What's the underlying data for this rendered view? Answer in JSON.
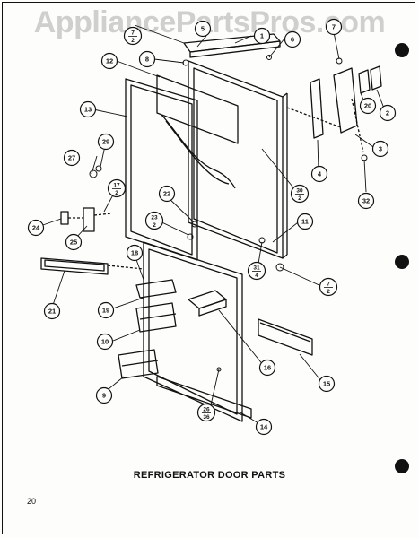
{
  "watermark": "AppliancePartsPros.com",
  "caption": "REFRIGERATOR DOOR PARTS",
  "page_number": "20",
  "callouts": [
    {
      "id": "c-1",
      "label": "1"
    },
    {
      "id": "c-2",
      "label": "2"
    },
    {
      "id": "c-3",
      "label": "3"
    },
    {
      "id": "c-4",
      "label": "4"
    },
    {
      "id": "c-5",
      "label": "5"
    },
    {
      "id": "c-6",
      "label": "6"
    },
    {
      "id": "c-7a",
      "label": "7",
      "sub": "2"
    },
    {
      "id": "c-7b",
      "label": "7",
      "sub": "2"
    },
    {
      "id": "c-7c",
      "label": "7"
    },
    {
      "id": "c-8",
      "label": "8"
    },
    {
      "id": "c-9",
      "label": "9"
    },
    {
      "id": "c-10",
      "label": "10"
    },
    {
      "id": "c-11",
      "label": "11"
    },
    {
      "id": "c-12",
      "label": "12"
    },
    {
      "id": "c-13",
      "label": "13"
    },
    {
      "id": "c-14",
      "label": "14"
    },
    {
      "id": "c-15",
      "label": "15"
    },
    {
      "id": "c-16",
      "label": "16"
    },
    {
      "id": "c-17",
      "label": "17",
      "sub": "2"
    },
    {
      "id": "c-18",
      "label": "18"
    },
    {
      "id": "c-19",
      "label": "19"
    },
    {
      "id": "c-20",
      "label": "20"
    },
    {
      "id": "c-21",
      "label": "21"
    },
    {
      "id": "c-22",
      "label": "22"
    },
    {
      "id": "c-23",
      "label": "23",
      "sub": "2"
    },
    {
      "id": "c-24",
      "label": "24"
    },
    {
      "id": "c-25",
      "label": "25"
    },
    {
      "id": "c-26",
      "label": "26",
      "sub": "36"
    },
    {
      "id": "c-27",
      "label": "27"
    },
    {
      "id": "c-29",
      "label": "29"
    },
    {
      "id": "c-30",
      "label": "30",
      "sub": "2"
    },
    {
      "id": "c-31",
      "label": "31",
      "sub": "4"
    },
    {
      "id": "c-32",
      "label": "32"
    }
  ]
}
